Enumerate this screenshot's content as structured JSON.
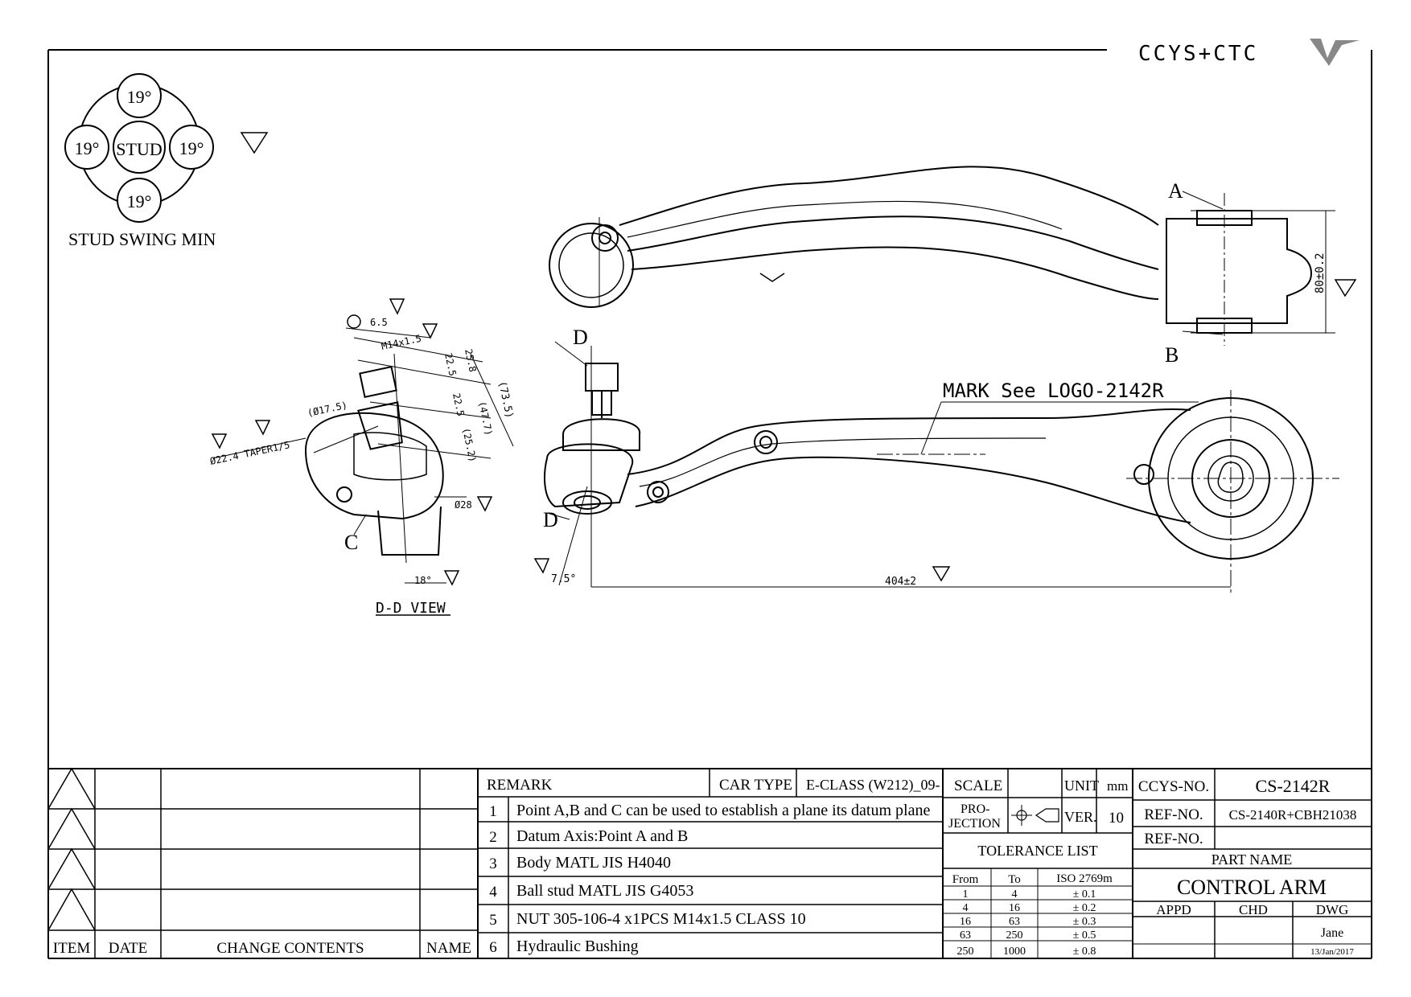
{
  "logo": {
    "text": "CCYS+CTC"
  },
  "stud_swing": {
    "center_label": "STUD",
    "top": "19°",
    "left": "19°",
    "right": "19°",
    "bottom": "19°",
    "caption": "STUD SWING MIN"
  },
  "drawing_labels": {
    "point_a": "A",
    "point_b": "B",
    "point_c": "C",
    "section_top": "D",
    "section_bottom": "D",
    "dim_bushing": "80±0.2",
    "mark_note": "MARK See LOGO-2142R",
    "dim_length": "404±2",
    "dim_angle": "7.5°",
    "dd_view": "D-D VIEW",
    "dim_hex": "6.5",
    "dim_thread": "M14x1.5",
    "dim_dia175": "(Ø17.5)",
    "dim_taper": "Ø22.4 TAPER1/5",
    "dim_258": "25.8",
    "dim_225a": "22.5",
    "dim_225b": "22.5",
    "dim_735": "(73.5)",
    "dim_477": "(47.7)",
    "dim_252": "(25.2)",
    "dim_dia28": "Ø28",
    "dim_18": "18°"
  },
  "revision_table": {
    "headers": {
      "item": "ITEM",
      "date": "DATE",
      "change": "CHANGE CONTENTS",
      "name": "NAME"
    }
  },
  "remarks": {
    "header": "REMARK",
    "car_type_label": "CAR TYPE",
    "car_type_value": "E-CLASS (W212)_09-",
    "items": [
      {
        "no": "1",
        "text": "Point A,B and C can be used to establish a plane its datum plane"
      },
      {
        "no": "2",
        "text": "Datum Axis:Point A and B"
      },
      {
        "no": "3",
        "text": "Body MATL JIS H4040"
      },
      {
        "no": "4",
        "text": "Ball stud MATL JIS G4053"
      },
      {
        "no": "5",
        "text": "NUT 305-106-4 x1PCS M14x1.5 CLASS 10"
      },
      {
        "no": "6",
        "text": "Hydraulic Bushing"
      }
    ]
  },
  "title_block": {
    "scale_label": "SCALE",
    "unit_label": "UNIT",
    "unit_value": "mm",
    "projection_label_1": "PRO-",
    "projection_label_2": "JECTION",
    "ver_label": "VER.",
    "ver_value": "10",
    "ccys_label": "CCYS-NO.",
    "ccys_value": "CS-2142R",
    "ref1_label": "REF-NO.",
    "ref1_value": "CS-2140R+CBH21038",
    "ref2_label": "REF-NO.",
    "ref2_value": "",
    "part_name_label": "PART NAME",
    "part_name_value": "CONTROL ARM",
    "appd_label": "APPD",
    "chd_label": "CHD",
    "dwg_label": "DWG",
    "dwg_name": "Jane",
    "dwg_date": "13/Jan/2017"
  },
  "tolerance": {
    "title": "TOLERANCE LIST",
    "headers": [
      "From",
      "To",
      "ISO 2769m"
    ],
    "rows": [
      [
        "1",
        "4",
        "± 0.1"
      ],
      [
        "4",
        "16",
        "± 0.2"
      ],
      [
        "16",
        "63",
        "± 0.3"
      ],
      [
        "63",
        "250",
        "± 0.5"
      ],
      [
        "250",
        "1000",
        "± 0.8"
      ]
    ]
  }
}
